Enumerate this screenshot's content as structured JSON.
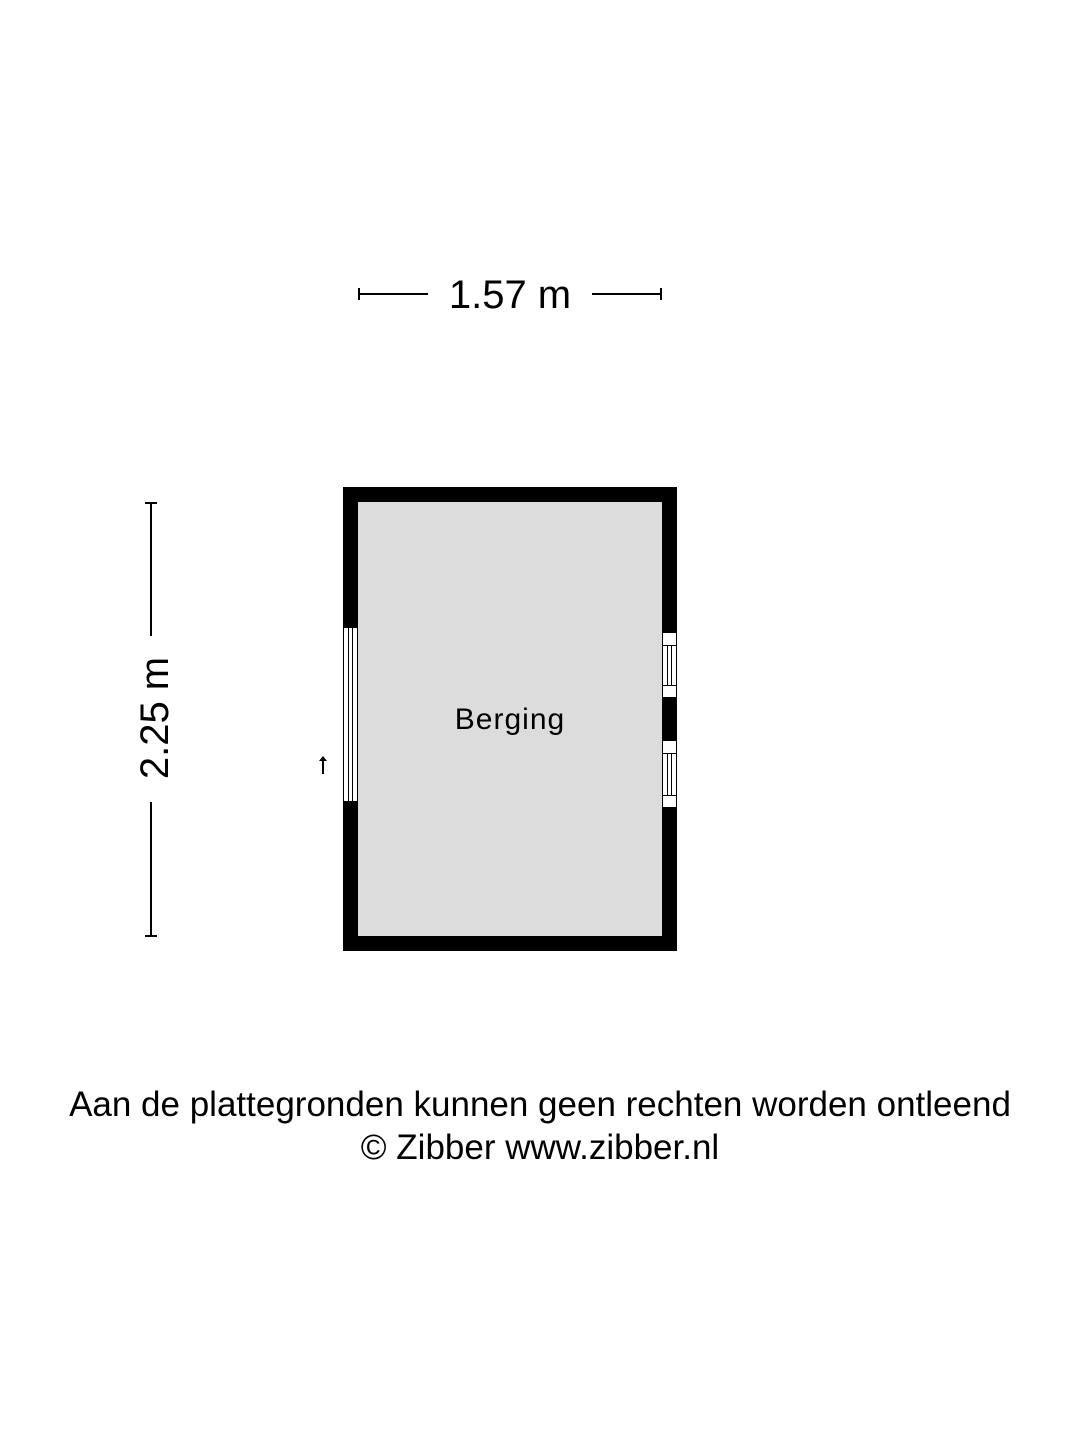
{
  "floorplan": {
    "width_dimension": "1.57 m",
    "height_dimension": "2.25 m",
    "room": {
      "name": "Berging",
      "wall_color": "#000000",
      "floor_color": "#dcdcdc"
    },
    "openings": [
      {
        "type": "window",
        "wall": "left"
      },
      {
        "type": "window",
        "wall": "right",
        "position": "upper"
      },
      {
        "type": "window",
        "wall": "right",
        "position": "lower"
      }
    ],
    "north_arrow": "arrow-up-icon"
  },
  "footer": {
    "disclaimer": "Aan de plattegronden kunnen geen rechten worden ontleend",
    "copyright": "© Zibber www.zibber.nl"
  }
}
